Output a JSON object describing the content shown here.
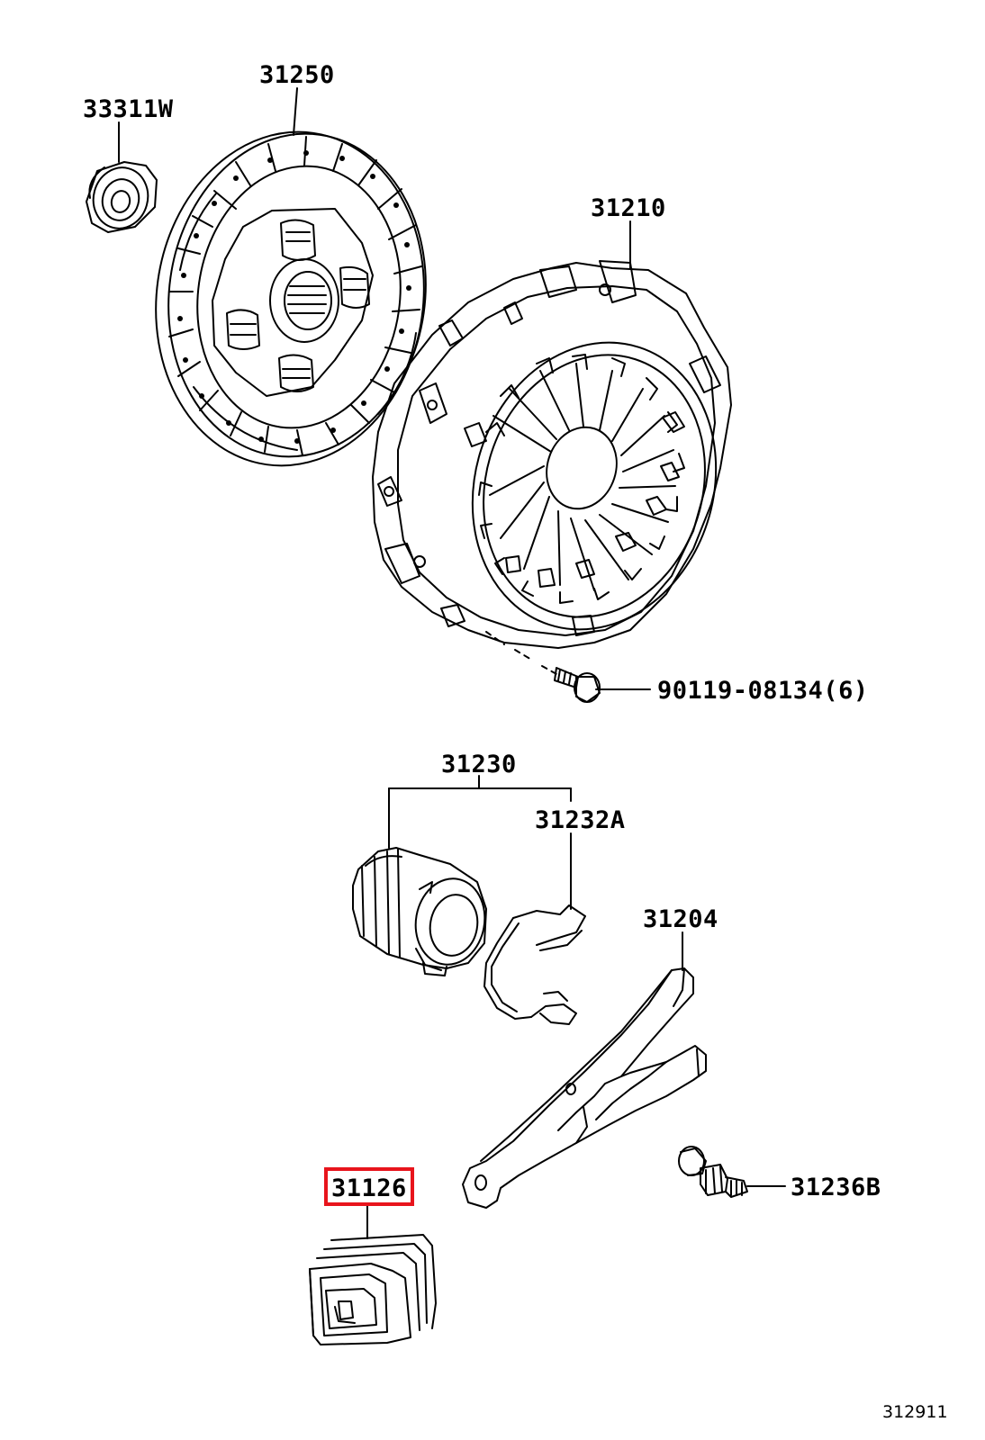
{
  "diagram": {
    "diagram_id": "312911",
    "highlight_color": "#e8141c",
    "line_color": "#000000",
    "parts": [
      {
        "id": "p1",
        "number": "33311W",
        "highlighted": false
      },
      {
        "id": "p2",
        "number": "31250",
        "highlighted": false
      },
      {
        "id": "p3",
        "number": "31210",
        "highlighted": false
      },
      {
        "id": "p4",
        "number": "90119-08134(6)",
        "highlighted": false
      },
      {
        "id": "p5",
        "number": "31230",
        "highlighted": false
      },
      {
        "id": "p6",
        "number": "31232A",
        "highlighted": false
      },
      {
        "id": "p7",
        "number": "31204",
        "highlighted": false
      },
      {
        "id": "p8",
        "number": "31236B",
        "highlighted": false
      },
      {
        "id": "p9",
        "number": "31126",
        "highlighted": true
      }
    ]
  }
}
